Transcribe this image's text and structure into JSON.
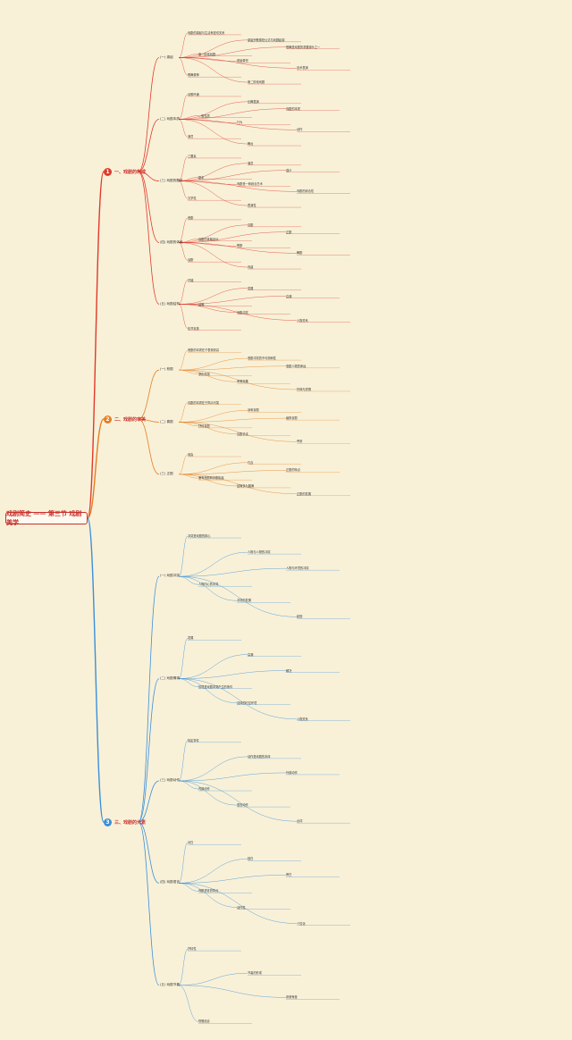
{
  "root": "戏剧简史 —— 第三节 戏剧美学",
  "branches": [
    {
      "num": "1",
      "label": "一、戏剧的构成",
      "color": "#e0392b"
    },
    {
      "num": "2",
      "label": "二、戏剧的审美",
      "color": "#e67e22"
    },
    {
      "num": "3",
      "label": "三、戏剧的元素",
      "color": "#3b8fd9"
    }
  ],
  "b1": {
    "sections": [
      "(一) 源起",
      "(二) 戏剧本质",
      "(三) 戏剧的题材",
      "(四) 戏剧的体裁",
      "(五) 戏剧结构"
    ],
    "nodes": [
      "戏剧的源起与生活有密切关系",
      "原始宗教祭祀仪式与戏剧起源",
      "歌舞是戏剧的重要源头之一",
      "第一阶段戏剧",
      "原始祭祀",
      "巫术表演",
      "歌舞祭神",
      "第二阶段戏剧",
      "诗歌吟诵",
      "乐舞表演",
      "戏剧的本质",
      "一般性质",
      "行为",
      "动作",
      "演员",
      "舞台",
      "三要素",
      "演员",
      "观众",
      "剧本",
      "戏剧是一种综合艺术",
      "戏剧的综合性",
      "文学性",
      "表演性",
      "悲剧",
      "喜剧",
      "正剧",
      "戏剧的体裁划分",
      "歌剧",
      "舞剧",
      "话剧",
      "戏曲",
      "开端",
      "发展",
      "高潮",
      "结局",
      "戏剧冲突",
      "人物关系",
      "情节安排"
    ]
  },
  "b2": {
    "sections": [
      "(一) 悲剧",
      "(二) 喜剧",
      "(三) 正剧"
    ],
    "nodes": [
      "悲剧的本质在于表现崇高",
      "悲剧冲突的不可调和性",
      "悲剧人物的命运",
      "净化作用",
      "审美效果",
      "怜悯与恐惧",
      "喜剧的本质在于揭示可笑",
      "讽刺喜剧",
      "幽默喜剧",
      "抒情喜剧",
      "喜剧手法",
      "夸张",
      "误会",
      "巧合",
      "正剧的特点",
      "兼有悲剧和喜剧因素",
      "结局多为圆满",
      "正剧的发展"
    ]
  },
  "b3": {
    "sections": [
      "(一) 戏剧冲突",
      "(二) 戏剧情境",
      "(三) 戏剧动作",
      "(四) 戏剧语言",
      "(五) 戏剧节奏"
    ],
    "nodes": [
      "冲突是戏剧的核心",
      "人物与人物的冲突",
      "人物与环境的冲突",
      "人物内心的冲突",
      "冲突的发展",
      "起因",
      "发展",
      "高潮",
      "解决",
      "情境是戏剧冲突产生的条件",
      "具体的时空环境",
      "人物关系",
      "特定事件",
      "动作是戏剧的本体",
      "外部动作",
      "内部动作",
      "语言动作",
      "台词",
      "对白",
      "独白",
      "旁白",
      "戏剧语言的特点",
      "动作性",
      "个性化",
      "抒情性",
      "节奏的形成",
      "张弛有度",
      "快慢结合"
    ]
  }
}
